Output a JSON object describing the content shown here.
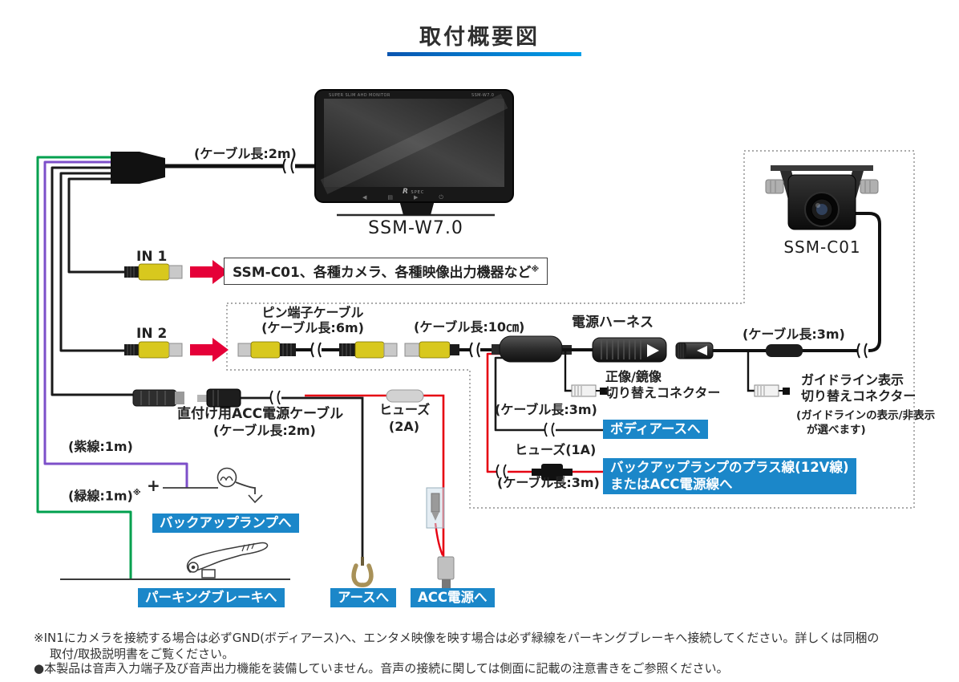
{
  "title": "取付概要図",
  "monitor": {
    "name": "SSM-W7.0",
    "top_left": "SUPER SLIM AHD MONITOR",
    "top_right": "SSM-W7.0",
    "logo_r": "R",
    "logo_spec": "SPEC",
    "btn_left": "◀",
    "btn_menu": "▤",
    "btn_right": "▶",
    "btn_power": "⏻"
  },
  "camera": {
    "name": "SSM-C01"
  },
  "labels": {
    "cable_len_2m": "(ケーブル長:2m)",
    "in1": "IN 1",
    "in2": "IN 2",
    "in1_target": "SSM-C01、各種カメラ、各種映像出力機器など",
    "note_mark": "※",
    "pin_cable_name": "ピン端子ケーブル",
    "pin_cable_len": "(ケーブル長:6m)",
    "cable_len_10cm": "(ケーブル長:10㎝)",
    "power_harness": "電源ハーネス",
    "mirror_conn_l1": "正像/鏡像",
    "mirror_conn_l2": "切り替えコネクター",
    "cable_len_3m_camera": "(ケーブル長:3m)",
    "guideline_conn_l1": "ガイドライン表示",
    "guideline_conn_l2": "切り替えコネクター",
    "guideline_note_l1": "(ガイドラインの表示/非表示",
    "guideline_note_l2": "が選べます)",
    "cable_len_3m_body": "(ケーブル長:3m)",
    "fuse_1a": "ヒューズ(1A)",
    "cable_len_3m_backup": "(ケーブル長:3m)",
    "acc_cable_name": "直付け用ACC電源ケーブル",
    "acc_cable_len": "(ケーブル長:2m)",
    "fuse_2a_l1": "ヒューズ",
    "fuse_2a_l2": "(2A)",
    "purple_wire": "(紫線:1m)",
    "green_wire": "(緑線:1m)",
    "plus_sign": "+"
  },
  "tags": {
    "backup_lamp": "バックアップランプへ",
    "parking_brake": "パーキングブレーキへ",
    "earth": "アースへ",
    "acc_power": "ACC電源へ",
    "body_earth": "ボディアースへ",
    "backup_plus_l1": "バックアップランプのプラス線(12V線)",
    "backup_plus_l2": "またはACC電源線へ"
  },
  "footnotes": {
    "note1_l1": "※IN1にカメラを接続する場合は必ずGND(ボディアース)へ、エンタメ映像を映す場合は必ず緑線をパーキングブレーキへ接続してください。詳しくは同梱の",
    "note1_l2": "取付/取扱説明書をご覧ください。",
    "note2": "●本製品は音声入力端子及び音声出力機能を装備していません。音声の接続に関しては側面に記載の注意書きをご参照ください。"
  },
  "colors": {
    "accent_blue": "#1b87c9",
    "arrow_red": "#e50038",
    "wire_green": "#00a04e",
    "wire_purple": "#7d4fc9",
    "wire_red": "#e60012",
    "wire_black": "#1a1a1a",
    "rca_yellow": "#d8c81e",
    "underline_a": "#0a55b0",
    "underline_b": "#009fe8"
  }
}
